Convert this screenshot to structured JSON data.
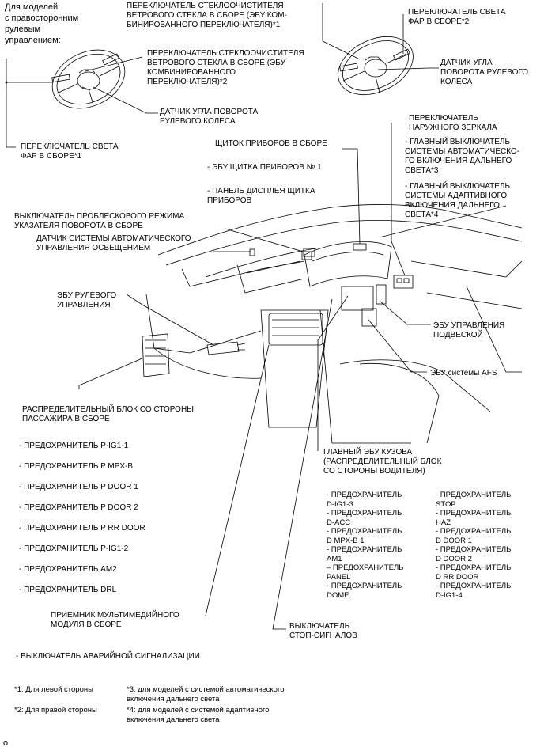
{
  "rhd_note": "Для моделей\nс правосторонним\nрулевым\nуправлением:",
  "labels": {
    "wiper_switch_1": "ПЕРЕКЛЮЧАТЕЛЬ СТЕКЛООЧИСТИТЕЛЯ\nВЕТРОВОГО СТЕКЛА В СБОРЕ (ЭБУ КОМ-\nБИНИРОВАННОГО ПЕРЕКЛЮЧАТЕЛЯ)*1",
    "headlight_switch_2": "ПЕРЕКЛЮЧАТЕЛЬ СВЕТА\nФАР В СБОРЕ*2",
    "wiper_switch_2": "ПЕРЕКЛЮЧАТЕЛЬ СТЕКЛООЧИСТИТЕЛЯ\nВЕТРОВОГО СТЕКЛА В СБОРЕ (ЭБУ\nКОМБИНИРОВАННОГО\nПЕРЕКЛЮЧАТЕЛЯ)*2",
    "steering_angle_right": "ДАТЧИК УГЛА\nПОВОРОТА РУЛЕВОГО\nКОЛЕСА",
    "steering_angle_left": "ДАТЧИК УГЛА ПОВОРОТА\nРУЛЕВОГО КОЛЕСА",
    "outer_mirror_switch": "ПЕРЕКЛЮЧАТЕЛЬ\nНАРУЖНОГО ЗЕРКАЛА",
    "auto_high_beam_main": "- ГЛАВНЫЙ ВЫКЛЮЧАТЕЛЬ\nСИСТЕМЫ АВТОМАТИЧЕСКО-\nГО ВКЛЮЧЕНИЯ ДАЛЬНЕГО\nСВЕТА*3",
    "adaptive_high_beam_main": "- ГЛАВНЫЙ ВЫКЛЮЧАТЕЛЬ\nСИСТЕМЫ АДАПТИВНОГО\nВКЛЮЧЕНИЯ ДАЛЬНЕГО\nСВЕТА*4",
    "headlight_switch_1": "ПЕРЕКЛЮЧАТЕЛЬ СВЕТА\nФАР В СБОРЕ*1",
    "combination_meter": "ЩИТОК ПРИБОРОВ В СБОРЕ",
    "meter_ecu": "- ЭБУ ЩИТКА ПРИБОРОВ № 1",
    "meter_display": "- ПАНЕЛЬ ДИСПЛЕЯ ЩИТКА\nПРИБОРОВ",
    "hazard_flasher": "ВЫКЛЮЧАТЕЛЬ ПРОБЛЕСКОВОГО РЕЖИМА\nУКАЗАТЕЛЯ ПОВОРОТА В СБОРЕ",
    "auto_light_sensor": "ДАТЧИК СИСТЕМЫ АВТОМАТИЧЕСКОГО\nУПРАВЛЕНИЯ ОСВЕЩЕНИЕМ",
    "steering_ecu": "ЭБУ РУЛЕВОГО\nУПРАВЛЕНИЯ",
    "suspension_ecu": "ЭБУ УПРАВЛЕНИЯ\nПОДВЕСКОЙ",
    "afs_ecu": "ЭБУ системы AFS",
    "passenger_jb": "РАСПРЕДЕЛИТЕЛЬНЫЙ БЛОК СО СТОРОНЫ\nПАССАЖИРА В СБОРЕ",
    "main_body_ecu": "ГЛАВНЫЙ ЭБУ КУЗОВА\n(РАСПРЕДЕЛИТЕЛЬНЫЙ БЛОК\nСО СТОРОНЫ ВОДИТЕЛЯ)",
    "multimedia_receiver": "ПРИЕМНИК МУЛЬТИМЕДИЙНОГО\nМОДУЛЯ В СБОРЕ",
    "stop_light_switch": "ВЫКЛЮЧАТЕЛЬ\nСТОП-СИГНАЛОВ",
    "hazard_switch": "- ВЫКЛЮЧАТЕЛЬ АВАРИЙНОЙ СИГНАЛИЗАЦИИ"
  },
  "passenger_fuses": [
    "- ПРЕДОХРАНИТЕЛЬ P-IG1-1",
    "- ПРЕДОХРАНИТЕЛЬ P MPX-B",
    "- ПРЕДОХРАНИТЕЛЬ P DOOR 1",
    "- ПРЕДОХРАНИТЕЛЬ P DOOR 2",
    "- ПРЕДОХРАНИТЕЛЬ P RR DOOR",
    "- ПРЕДОХРАНИТЕЛЬ P-IG1-2",
    "- ПРЕДОХРАНИТЕЛЬ AM2",
    "- ПРЕДОХРАНИТЕЛЬ DRL"
  ],
  "driver_fuses_left": [
    "- ПРЕДОХРАНИТЕЛЬ\nD-IG1-3",
    "- ПРЕДОХРАНИТЕЛЬ\nD-ACC",
    "- ПРЕДОХРАНИТЕЛЬ\nD MPX-B 1",
    "- ПРЕДОХРАНИТЕЛЬ\nAM1",
    "– ПРЕДОХРАНИТЕЛЬ\nPANEL",
    "- ПРЕДОХРАНИТЕЛЬ\nDOME"
  ],
  "driver_fuses_right": [
    "- ПРЕДОХРАНИТЕЛЬ\nSTOP",
    "- ПРЕДОХРАНИТЕЛЬ\nHAZ",
    "- ПРЕДОХРАНИТЕЛЬ\nD DOOR 1",
    "- ПРЕДОХРАНИТЕЛЬ\nD DOOR 2",
    "- ПРЕДОХРАНИТЕЛЬ\nD RR DOOR",
    "- ПРЕДОХРАНИТЕЛЬ\nD-IG1-4"
  ],
  "footnotes": {
    "n1": "*1: Для левой стороны",
    "n2": "*2: Для правой стороны",
    "n3": "*3: для моделей с системой автоматического\nвключения дальнего света",
    "n4": "*4: для моделей с системой адаптивного\nвключения дальнего света"
  },
  "page_marker": "o"
}
